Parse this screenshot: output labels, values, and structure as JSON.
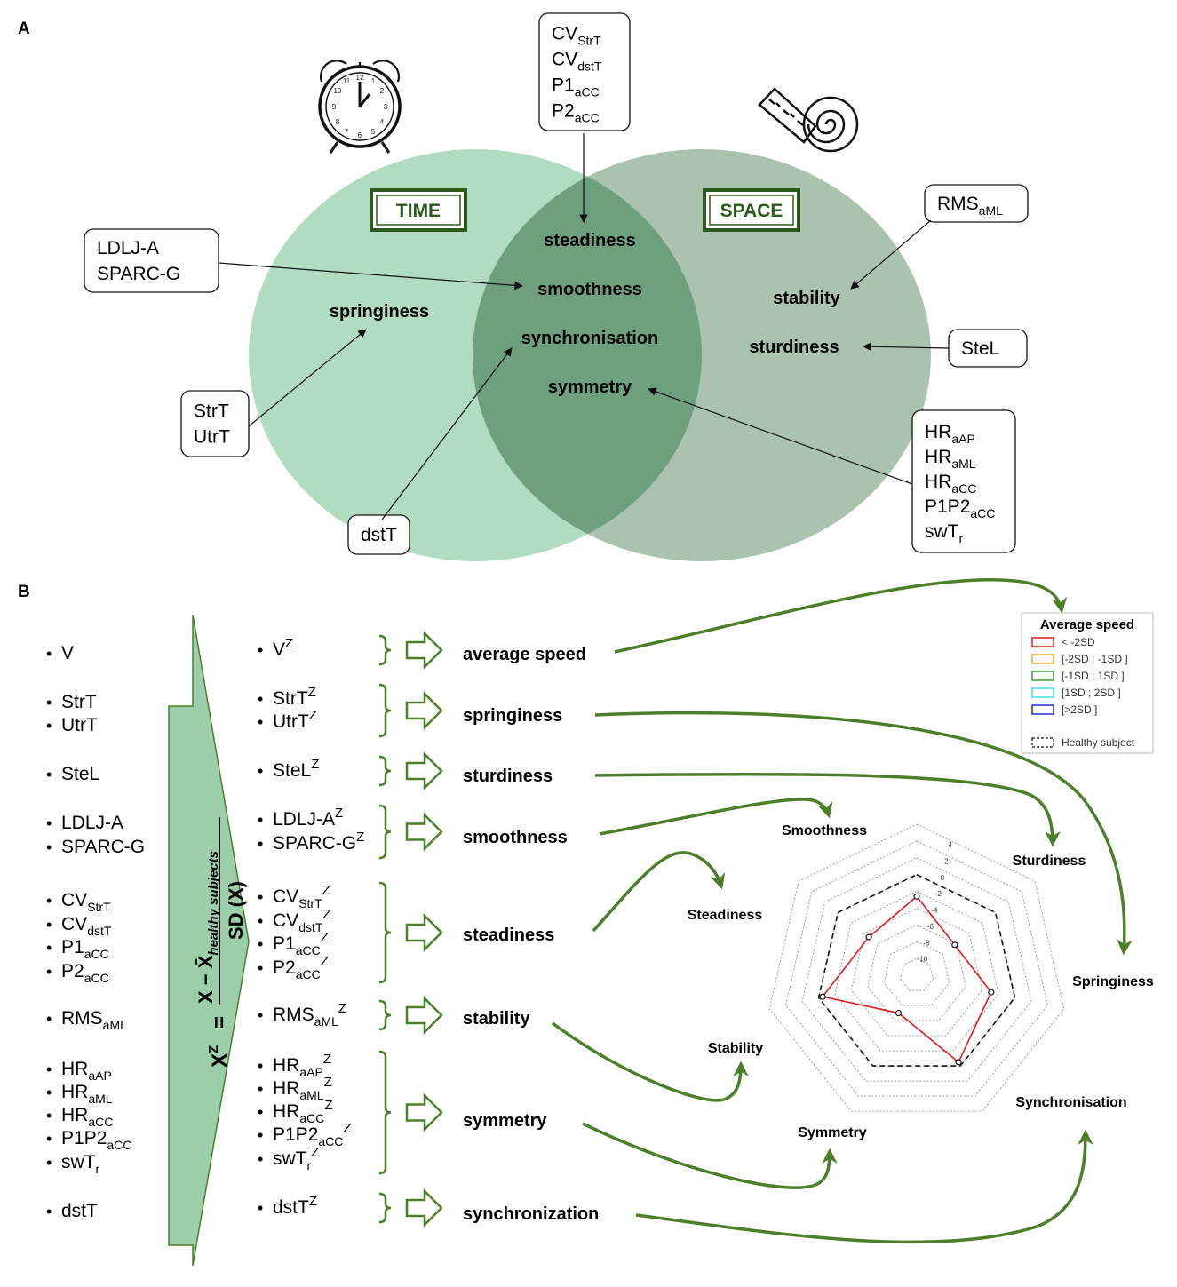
{
  "panels": {
    "a": "A",
    "b": "B"
  },
  "venn": {
    "time_label": "TIME",
    "space_label": "SPACE",
    "left_only": [
      "springiness"
    ],
    "overlap": [
      "steadiness",
      "smoothness",
      "synchronisation",
      "symmetry"
    ],
    "right_only": [
      "stability",
      "sturdiness"
    ]
  },
  "boxes": {
    "top": [
      [
        "CV",
        "StrT"
      ],
      [
        "CV",
        "dstT"
      ],
      [
        "P1",
        "aCC"
      ],
      [
        "P2",
        "aCC"
      ]
    ],
    "ldlj": [
      [
        "LDLJ-A",
        ""
      ],
      [
        "SPARC-G",
        ""
      ]
    ],
    "strt": [
      [
        "StrT",
        ""
      ],
      [
        "UtrT",
        ""
      ]
    ],
    "dstt": [
      [
        "dstT",
        ""
      ]
    ],
    "rms": [
      [
        "RMS",
        "aML"
      ]
    ],
    "stel": [
      [
        "SteL",
        ""
      ]
    ],
    "hr": [
      [
        "HR",
        "aAP"
      ],
      [
        "HR",
        "aML"
      ],
      [
        "HR",
        "aCC"
      ],
      [
        "P1P2",
        "aCC"
      ],
      [
        "swT",
        "r"
      ]
    ]
  },
  "formula": {
    "lhs": "X",
    "lhs_sup": "Z",
    "numerator": "X − X̄",
    "num_sub": "healthy subjects",
    "denominator": "SD (X)"
  },
  "groups": [
    {
      "raw": [
        [
          "V",
          ""
        ]
      ],
      "z": [
        [
          "V",
          ""
        ]
      ],
      "category": "average speed"
    },
    {
      "raw": [
        [
          "StrT",
          ""
        ],
        [
          "UtrT",
          ""
        ]
      ],
      "z": [
        [
          "StrT",
          ""
        ],
        [
          "UtrT",
          ""
        ]
      ],
      "category": "springiness"
    },
    {
      "raw": [
        [
          "SteL",
          ""
        ]
      ],
      "z": [
        [
          "SteL",
          ""
        ]
      ],
      "category": "sturdiness"
    },
    {
      "raw": [
        [
          "LDLJ-A",
          ""
        ],
        [
          "SPARC-G",
          ""
        ]
      ],
      "z": [
        [
          "LDLJ-A",
          ""
        ],
        [
          "SPARC-G",
          ""
        ]
      ],
      "category": "smoothness"
    },
    {
      "raw": [
        [
          "CV",
          "StrT"
        ],
        [
          "CV",
          "dstT"
        ],
        [
          "P1",
          "aCC"
        ],
        [
          "P2",
          "aCC"
        ]
      ],
      "z": [
        [
          "CV",
          "StrT"
        ],
        [
          "CV",
          "dstT"
        ],
        [
          "P1",
          "aCC"
        ],
        [
          "P2",
          "aCC"
        ]
      ],
      "category": "steadiness"
    },
    {
      "raw": [
        [
          "RMS",
          "aML"
        ]
      ],
      "z": [
        [
          "RMS",
          "aML"
        ]
      ],
      "category": "stability"
    },
    {
      "raw": [
        [
          "HR",
          "aAP"
        ],
        [
          "HR",
          "aML"
        ],
        [
          "HR",
          "aCC"
        ],
        [
          "P1P2",
          "aCC"
        ],
        [
          "swT",
          "r"
        ]
      ],
      "z": [
        [
          "HR",
          "aAP"
        ],
        [
          "HR",
          "aML"
        ],
        [
          "HR",
          "aCC"
        ],
        [
          "P1P2",
          "aCC"
        ],
        [
          "swT",
          "r"
        ]
      ],
      "category": "symmetry"
    },
    {
      "raw": [
        [
          "dstT",
          ""
        ]
      ],
      "z": [
        [
          "dstT",
          ""
        ]
      ],
      "category": "synchronization"
    }
  ],
  "z_superscript": "Z",
  "radar": {
    "axes": [
      "Smoothness",
      "Sturdiness",
      "Springiness",
      "Synchronisation",
      "Symmetry",
      "Stability",
      "Steadiness"
    ],
    "ticks": [
      "4",
      "2",
      "0",
      "-2",
      "-4",
      "-6",
      "-8",
      "-10"
    ],
    "tick_values": [
      4,
      2,
      0,
      -2,
      -4,
      -6,
      -8,
      -10
    ],
    "healthy_value": 0,
    "patient_values": [
      -2.6,
      -6.2,
      -2.9,
      -0.5,
      -7.0,
      -0.5,
      -4.7
    ]
  },
  "legend": {
    "title": "Average speed",
    "items": [
      {
        "label": "< -2SD",
        "color": "#e8181a"
      },
      {
        "label": "[-2SD ; -1SD ]",
        "color": "#f5a623"
      },
      {
        "label": "[-1SD ; 1SD ]",
        "color": "#3f9a3f"
      },
      {
        "label": "[1SD ; 2SD ]",
        "color": "#3fe0e0"
      },
      {
        "label": "[>2SD ]",
        "color": "#1f2fd4"
      }
    ],
    "healthy": "Healthy subject"
  },
  "colors": {
    "time": "#b2dcbf",
    "space": "#a9c3af",
    "overlap": "#6fa07e",
    "arrow_green": "#4c7f2a",
    "dark_green": "#2d5a1c",
    "patient": "#e41a1c"
  }
}
